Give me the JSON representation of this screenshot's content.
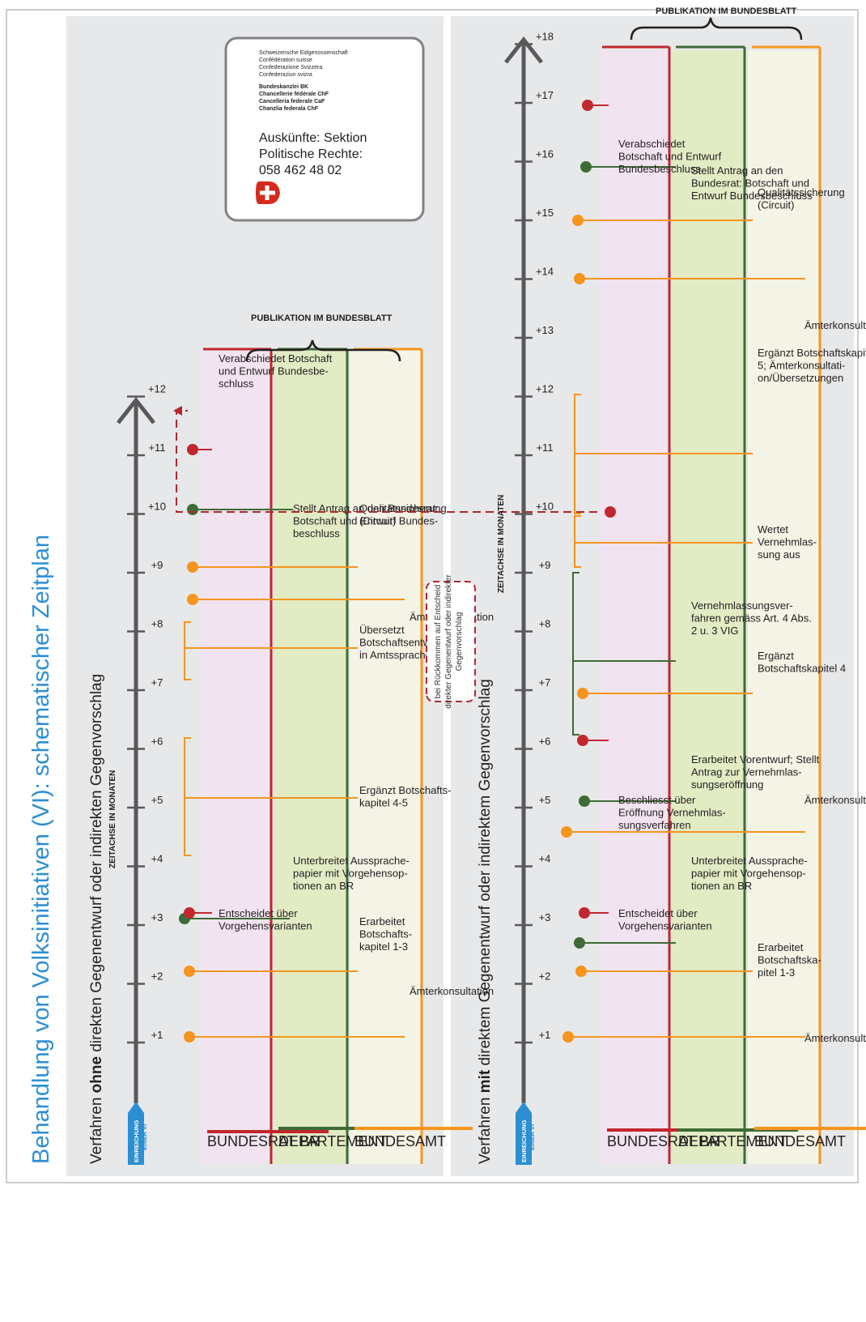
{
  "title": "Behandlung von Volksinitiativen (VI): schematischer Zeitplan",
  "colors": {
    "bundesrat": "#c1272d",
    "departement": "#3d6b35",
    "bundesamt": "#f7941d",
    "bundesrat_bg": "#f1e4f0",
    "departement_bg": "#e2ecc4",
    "bundesamt_bg": "#f3f3e6",
    "panel_bg": "#e7e8e9",
    "axis": "#58595b",
    "title_blue": "#2b8fd3",
    "counter_dash": "#b3262d"
  },
  "logo": {
    "lines_top": [
      "Schweizerische Eidgenossenschaft",
      "Confédération suisse",
      "Confederazione Svizzera",
      "Confederaziun svizra"
    ],
    "lines_bottom": [
      "Bundeskanzlei BK",
      "Chancellerie fédérale ChF",
      "Cancelleria federale CaF",
      "Chanzlia federala ChF"
    ],
    "contact": [
      "Auskünfte: Sektion",
      "Politische Rechte:",
      "058 462 48 02"
    ]
  },
  "panel1": {
    "heading_pre": "Verfahren ",
    "heading_bold": "ohne",
    "heading_post": "  direkten Gegenentwurf oder indirekten Gegenvorschlag",
    "axis_label": "ZEITACHSE IN MONATEN",
    "start_label": [
      "EINREICHUNG",
      "EINER VI"
    ],
    "ticks": [
      "+1",
      "+2",
      "+3",
      "+4",
      "+5",
      "+6",
      "+7",
      "+8",
      "+9",
      "+10",
      "+11",
      "+12"
    ],
    "lanes": [
      "BUNDESRAT BR",
      "DEPARTEMENT",
      "BUNDESAMT"
    ],
    "publication": "PUBLIKATION IM BUNDESBLATT",
    "texts": {
      "br_entscheidet": [
        "Entscheidet über",
        "Vorgehensvarianten"
      ],
      "br_verabschiedet": [
        "Verabschiedet Botschaft",
        "und Entwurf Bundesbe-",
        "schluss"
      ],
      "dep_unterbreitet": [
        "Unterbreitet Aussprache-",
        "papier mit Vorgehensop-",
        "tionen an BR"
      ],
      "dep_stellt": [
        "Stellt Antrag an den Bundesrat:",
        "Botschaft und Entwurf Bundes-",
        "beschluss"
      ],
      "ba_erarbeitet": [
        "Erarbeitet",
        "Botschafts-",
        "kapitel 1-3"
      ],
      "ba_ergaenzt": [
        "Ergänzt Botschafts-",
        "kapitel 4-5"
      ],
      "ba_uebersetzt": [
        "Übersetzt",
        "Botschaftsentwurf",
        "in Amtssprachen"
      ],
      "ba_qualitaet": [
        "Qualitätssicherung",
        "(Circuit)"
      ],
      "amterkonsultation": "Ämterkonsultation"
    }
  },
  "counter_note": [
    "bei Rückkommen auf Entscheid",
    "direkter Gegenentwurf oder indirekter",
    "Gegenvorschlag"
  ],
  "panel2": {
    "heading_pre": "Verfahren ",
    "heading_bold": "mit",
    "heading_post": " direktem Gegenentwurf oder indirektem Gegenvorschlag",
    "axis_label": "ZEITACHSE IN MONATEN",
    "start_label": [
      "EINREICHUNG",
      "EINER VI"
    ],
    "ticks": [
      "+1",
      "+2",
      "+3",
      "+4",
      "+5",
      "+6",
      "+7",
      "+8",
      "+9",
      "+10",
      "+11",
      "+12",
      "+13",
      "+14",
      "+15",
      "+16",
      "+17",
      "+18"
    ],
    "lanes": [
      "BUNDESRAT BR",
      "DEPARTEMENT",
      "BUNDESAMT"
    ],
    "publication": "PUBLIKATION IM BUNDESBLATT",
    "texts": {
      "br_entscheidet": [
        "Entscheidet über",
        "Vorgehensvarianten"
      ],
      "br_beschliesst": [
        "Beschliesst über",
        "Eröffnung Vernehmlas-",
        "sungsverfahren"
      ],
      "br_verabschiedet": [
        "Verabschiedet",
        "Botschaft und Entwurf",
        "Bundesbeschluss"
      ],
      "dep_unterbreitet": [
        "Unterbreitet Aussprache-",
        "papier mit Vorgehensop-",
        "tionen an BR"
      ],
      "dep_erarbeitet": [
        "Erarbeitet Vorentwurf; Stellt",
        "Antrag zur Vernehmlas-",
        "sungseröffnung"
      ],
      "dep_vernehm": [
        "Vernehmlassungsver-",
        "fahren gemäss Art. 4 Abs.",
        "2 u. 3 VIG"
      ],
      "dep_stellt": [
        "Stellt Antrag an den",
        "Bundesrat: Botschaft und",
        "Entwurf Bundesbeschluss"
      ],
      "ba_erarbeitet": [
        "Erarbeitet",
        "Botschaftska-",
        "pitel 1-3"
      ],
      "ba_ergaenzt4": [
        "Ergänzt",
        "Botschaftskapitel 4"
      ],
      "ba_wertet": [
        "Wertet",
        "Vernehmlas-",
        "sung aus"
      ],
      "ba_ergaenzt5": [
        "Ergänzt Botschaftskapitel",
        "5; Ämterkonsultati-",
        "on/Übersetzungen"
      ],
      "ba_qualitaet": [
        "Qualitätssicherung",
        "(Circuit)"
      ],
      "amterkonsultation": "Ämterkonsultation"
    }
  }
}
